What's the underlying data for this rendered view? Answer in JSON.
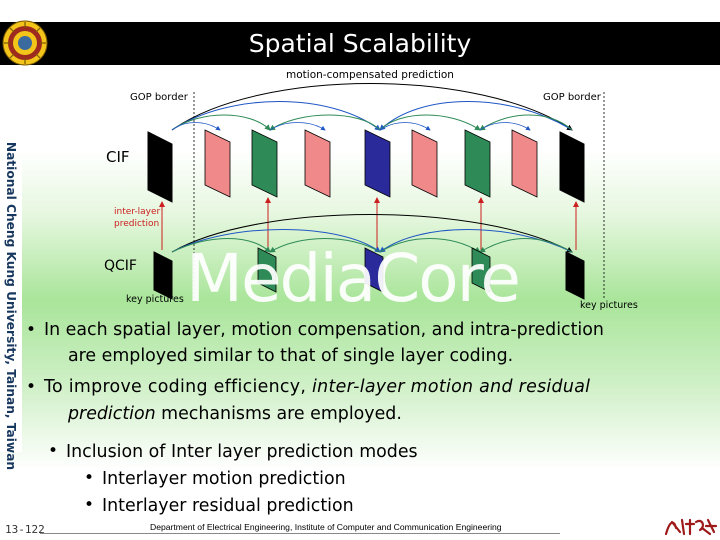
{
  "header": {
    "title": "Spatial Scalability",
    "side_label": "National Cheng Kung University, Tainan, Taiwan",
    "logo_icon": "university-emblem-icon",
    "colors": {
      "title_bg": "#000000",
      "title_text": "#ffffff",
      "side_text": "#17375e"
    }
  },
  "diagram": {
    "top_arrow_label": "motion-compensated prediction",
    "gop_left": "GOP border",
    "gop_right": "GOP border",
    "cif_label": "CIF",
    "qcif_label": "QCIF",
    "inter_layer_label_1": "inter-layer",
    "inter_layer_label_2": "prediction",
    "key_left": "key pictures",
    "key_right": "key pictures",
    "frame_colors": {
      "key": "#000000",
      "b_pink": "#f08a8a",
      "b_green": "#2e8b57",
      "b_blue": "#2a2a9a",
      "arrow_green": "#2e8b57",
      "arrow_blue": "#1f57c4",
      "arrow_red": "#cc1f1f"
    }
  },
  "watermark": "MediaCore",
  "bullets": {
    "b1_line1": "In each spatial layer, motion compensation, and intra-prediction",
    "b1_line2": "are employed similar to that of single layer coding.",
    "b2_line1_start": "To improve coding efficiency, ",
    "b2_line1_italic": "inter-layer motion and residual",
    "b2_line2_italic": "prediction",
    "b2_line2_end": " mechanisms are employed.",
    "b3": "Inclusion of Inter layer prediction modes",
    "b3_sub1": "Interlayer motion prediction",
    "b3_sub2": "Interlayer residual prediction",
    "bullet_glyph": "•"
  },
  "footer": {
    "page_number": "13-122",
    "department": "Department of Electrical Engineering, Institute of Computer and Communication Engineering",
    "seal_icon": "university-seal-icon"
  }
}
